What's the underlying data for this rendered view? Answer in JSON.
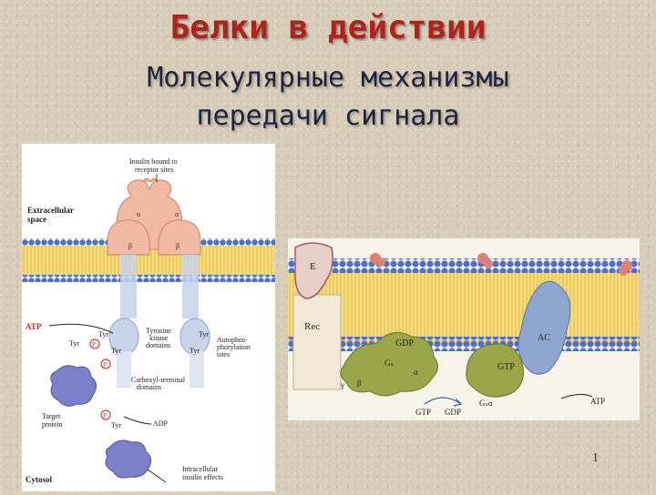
{
  "title": "Белки в действии",
  "subtitle_line1": "Молекулярные механизмы",
  "subtitle_line2": "передачи сигнала",
  "page_number": "1",
  "left_diagram": {
    "insulin_bound_line1": "Insulin bound to",
    "insulin_bound_line2": "receptor sites",
    "extracellular_line1": "Extracellular",
    "extracellular_line2": "space",
    "alpha": "α",
    "beta": "β",
    "atp": "ATP",
    "tyr": "Tyr",
    "p": "P",
    "tk_line1": "Tyrosine",
    "tk_line2": "kinase",
    "tk_line3": "domains",
    "auto_line1": "Autophos-",
    "auto_line2": "phorylation",
    "auto_line3": "sites",
    "ct_line1": "Carboxyl-terminal",
    "ct_line2": "domains",
    "target_line1": "Target",
    "target_line2": "protein",
    "adp": "ADP",
    "cytosol": "Cytosol",
    "effects_line1": "Intracellular",
    "effects_line2": "insulin effects"
  },
  "right_diagram": {
    "e": "E",
    "rec": "Rec",
    "gdp": "GDP",
    "gs": "Gₛ",
    "alpha": "α",
    "beta": "β",
    "gamma": "γ",
    "gtp": "GTP",
    "ac": "AC",
    "gsa": "Gₛα",
    "atp": "ATP"
  },
  "colors": {
    "title": "#b0231c",
    "subtitle": "#1d2340",
    "membrane_head": "#4f6fd0",
    "membrane_tail": "#f2d36b",
    "receptor_pink": "#f2b9a3",
    "kinase_blue": "#c8d4ea",
    "g_protein": "#9aa64a",
    "adenylyl_cyclase": "#8fa6d1"
  }
}
